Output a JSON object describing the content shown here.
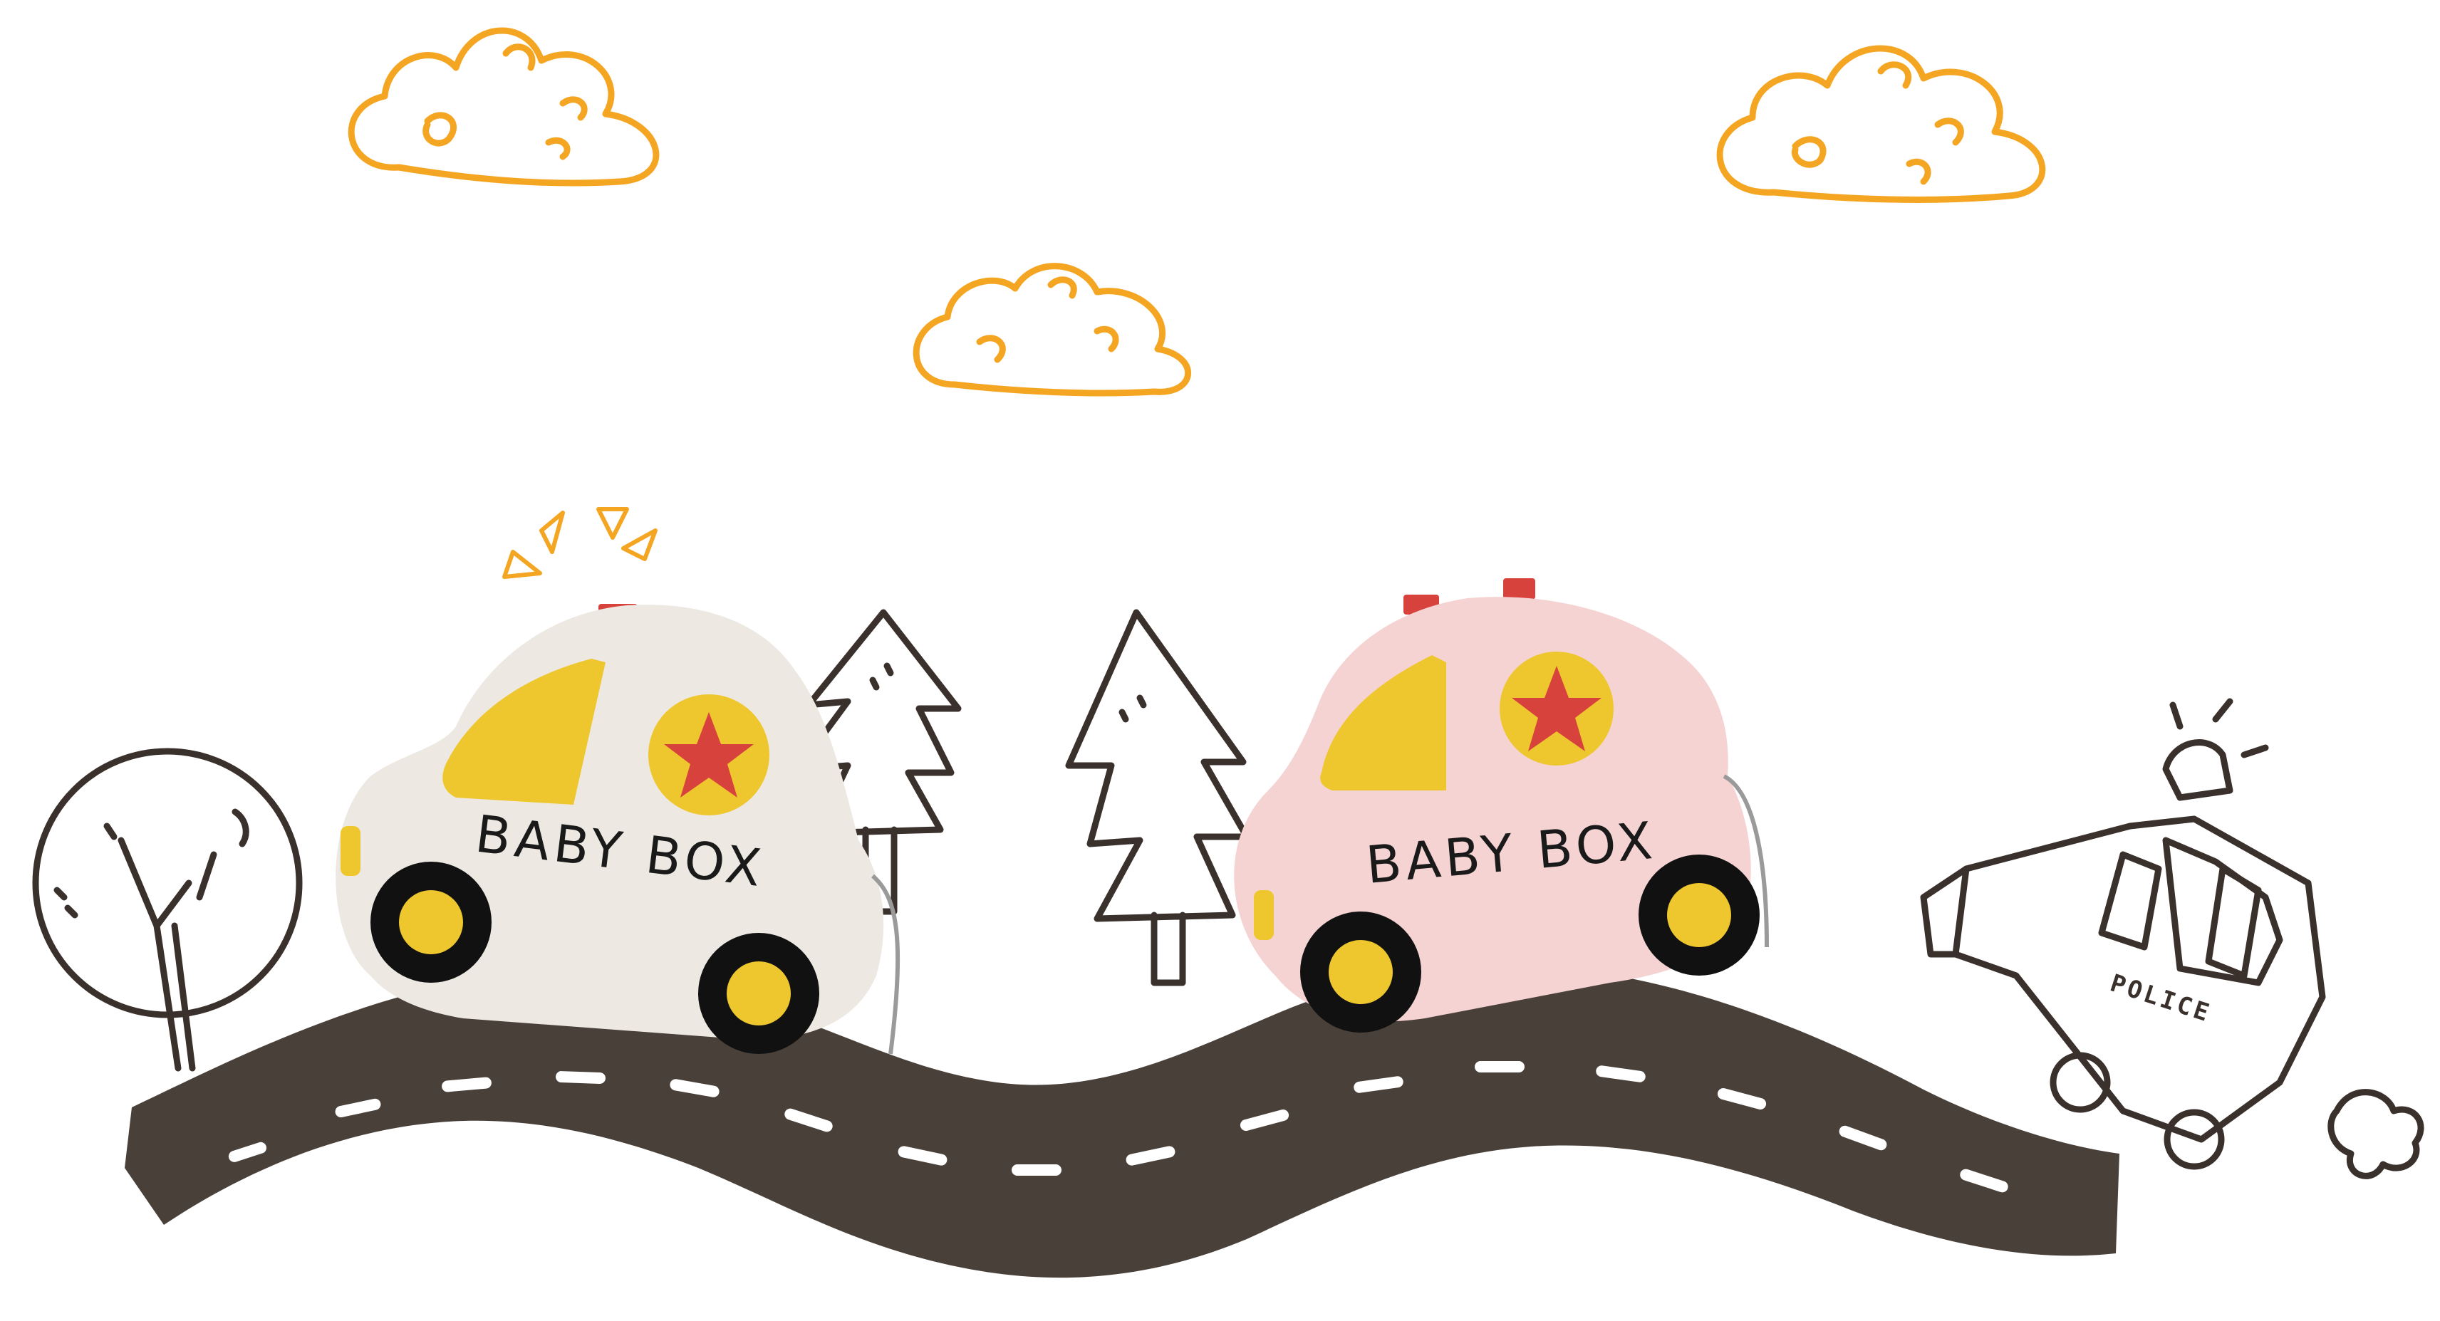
{
  "cars": [
    {
      "label": "BABY BOX",
      "body_color": "#ede9e2",
      "window_color": "#eec62e",
      "badge_color": "#eec62e",
      "star_color": "#d8423c",
      "light_color": "#d8423c"
    },
    {
      "label": "BABY BOX",
      "body_color": "#f6d3d3",
      "window_color": "#eec62e",
      "badge_color": "#eec62e",
      "star_color": "#d8423c",
      "light_color": "#d8423c"
    }
  ],
  "police_car": {
    "label": "POLICE"
  },
  "colors": {
    "cloud": "#f4a623",
    "road": "#4a403a",
    "doodle": "#3a302c",
    "tire": "#111111",
    "hub": "#eec62e"
  }
}
